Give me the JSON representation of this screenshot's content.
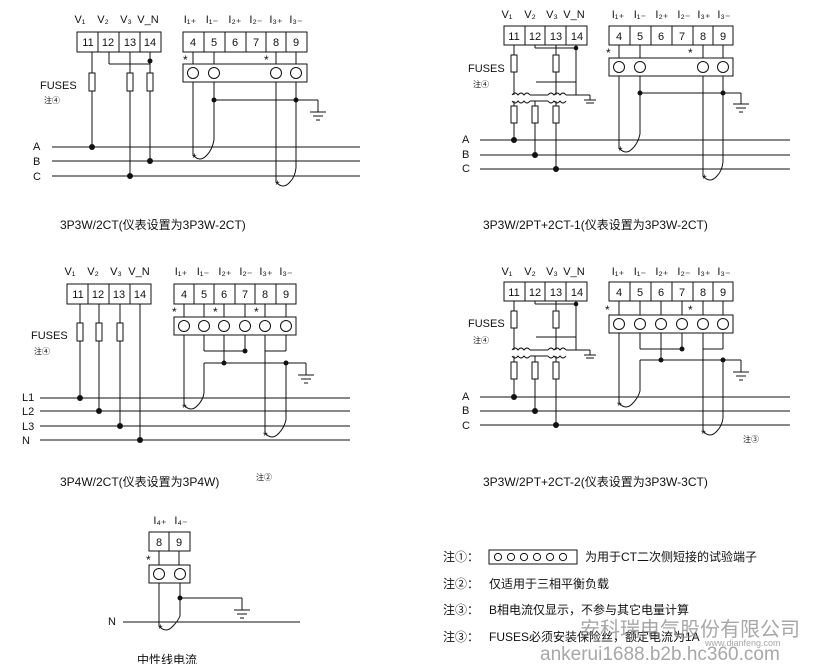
{
  "wiring_diagrams": [
    {
      "id": "d1",
      "caption": "3P3W/2CT(仪表设置为3P3W-2CT)",
      "voltage_labels": [
        "V₁",
        "V₂",
        "V₃",
        "V_N"
      ],
      "voltage_terminals": [
        "11",
        "12",
        "13",
        "14"
      ],
      "current_labels": [
        "I₁₊",
        "I₁₋",
        "I₂₊",
        "I₂₋",
        "I₃₊",
        "I₃₋"
      ],
      "current_terminals": [
        "4",
        "5",
        "6",
        "7",
        "8",
        "9"
      ],
      "fuses_label": "FUSES",
      "fuses_note": "注④",
      "lines": [
        "A",
        "B",
        "C"
      ]
    },
    {
      "id": "d2",
      "caption": "3P3W/2PT+2CT-1(仪表设置为3P3W-2CT)",
      "voltage_labels": [
        "V₁",
        "V₂",
        "V₃",
        "V_N"
      ],
      "voltage_terminals": [
        "11",
        "12",
        "13",
        "14"
      ],
      "current_labels": [
        "I₁₊",
        "I₁₋",
        "I₂₊",
        "I₂₋",
        "I₃₊",
        "I₃₋"
      ],
      "current_terminals": [
        "4",
        "5",
        "6",
        "7",
        "8",
        "9"
      ],
      "fuses_label": "FUSES",
      "fuses_note": "注④",
      "lines": [
        "A",
        "B",
        "C"
      ]
    },
    {
      "id": "d3",
      "caption": "3P4W/2CT(仪表设置为3P4W)",
      "note": "注②",
      "voltage_labels": [
        "V₁",
        "V₂",
        "V₃",
        "V_N"
      ],
      "voltage_terminals": [
        "11",
        "12",
        "13",
        "14"
      ],
      "current_labels": [
        "I₁₊",
        "I₁₋",
        "I₂₊",
        "I₂₋",
        "I₃₊",
        "I₃₋"
      ],
      "current_terminals": [
        "4",
        "5",
        "6",
        "7",
        "8",
        "9"
      ],
      "fuses_label": "FUSES",
      "fuses_note": "注④",
      "lines": [
        "L1",
        "L2",
        "L3",
        "N"
      ]
    },
    {
      "id": "d4",
      "caption": "3P3W/2PT+2CT-2(仪表设置为3P3W-3CT)",
      "note": "注③",
      "voltage_labels": [
        "V₁",
        "V₂",
        "V₃",
        "V_N"
      ],
      "voltage_terminals": [
        "11",
        "12",
        "13",
        "14"
      ],
      "current_labels": [
        "I₁₊",
        "I₁₋",
        "I₂₊",
        "I₂₋",
        "I₃₊",
        "I₃₋"
      ],
      "current_terminals": [
        "4",
        "5",
        "6",
        "7",
        "8",
        "9"
      ],
      "fuses_label": "FUSES",
      "fuses_note": "注④",
      "lines": [
        "A",
        "B",
        "C"
      ]
    },
    {
      "id": "d5",
      "caption": "中性线电流",
      "current_labels": [
        "I₄₊",
        "I₄₋"
      ],
      "current_terminals": [
        "8",
        "9"
      ],
      "lines": [
        "N"
      ]
    }
  ],
  "star_mark": "*",
  "notes": [
    {
      "key": "注①：",
      "text": "为用于CT二次侧短接的试验端子"
    },
    {
      "key": "注②：",
      "text": "仅适用于三相平衡负载"
    },
    {
      "key": "注③：",
      "text": "B相电流仅显示，不参与其它电量计算"
    },
    {
      "key": "注③：",
      "text": "FUSES必须安装保险丝，额定电流为1A"
    }
  ],
  "watermark": {
    "line1": "安科瑞电气股份有限公司",
    "line2": "ankerui1688.b2b.hc360.com",
    "line3": "www.dianfeng.com"
  }
}
